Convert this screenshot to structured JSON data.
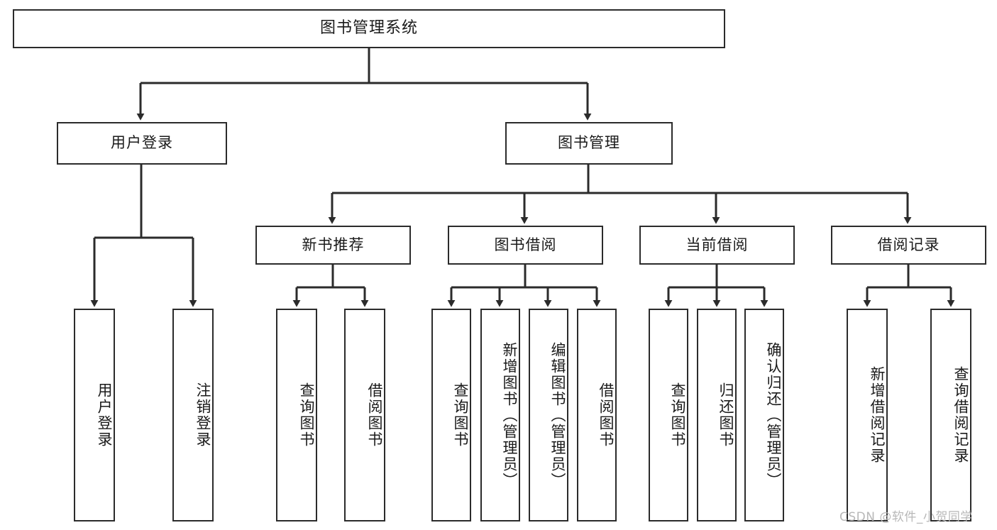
{
  "diagram": {
    "type": "tree-hierarchy-chart",
    "title": "图书管理系统",
    "watermark": "CSDN @软件_小贺同学",
    "stroke_color": "#2b2b2b",
    "background_color": "#ffffff",
    "text_color": "#1a1a1a",
    "nodes": {
      "root": {
        "label": "图书管理系统",
        "level": 1
      },
      "l2": [
        {
          "id": "user-login",
          "label": "用户登录",
          "level": 2
        },
        {
          "id": "book-manage",
          "label": "图书管理",
          "level": 2
        }
      ],
      "l3": [
        {
          "id": "new-book-recommend",
          "label": "新书推荐",
          "level": 3
        },
        {
          "id": "book-borrow",
          "label": "图书借阅",
          "level": 3
        },
        {
          "id": "current-borrow",
          "label": "当前借阅",
          "level": 3
        },
        {
          "id": "borrow-record",
          "label": "借阅记录",
          "level": 3
        }
      ],
      "leaves": [
        {
          "id": "leaf-user-login",
          "label": "用户登录",
          "parent": "user-login"
        },
        {
          "id": "leaf-logout-login",
          "label": "注销登录",
          "parent": "user-login"
        },
        {
          "id": "leaf-query-book-1",
          "label": "查询图书",
          "parent": "new-book-recommend"
        },
        {
          "id": "leaf-borrow-book-1",
          "label": "借阅图书",
          "parent": "new-book-recommend"
        },
        {
          "id": "leaf-query-book-2",
          "label": "查询图书",
          "parent": "book-borrow"
        },
        {
          "id": "leaf-add-book",
          "label": "新增图书（管理员）",
          "parent": "book-borrow"
        },
        {
          "id": "leaf-edit-book",
          "label": "编辑图书（管理员）",
          "parent": "book-borrow"
        },
        {
          "id": "leaf-borrow-book-2",
          "label": "借阅图书",
          "parent": "book-borrow"
        },
        {
          "id": "leaf-query-book-3",
          "label": "查询图书",
          "parent": "current-borrow"
        },
        {
          "id": "leaf-return-book",
          "label": "归还图书",
          "parent": "current-borrow"
        },
        {
          "id": "leaf-confirm-return",
          "label": "确认归还（管理员）",
          "parent": "current-borrow"
        },
        {
          "id": "leaf-add-record",
          "label": "新增借阅记录",
          "parent": "borrow-record"
        },
        {
          "id": "leaf-query-record",
          "label": "查询借阅记录",
          "parent": "borrow-record"
        }
      ]
    }
  }
}
